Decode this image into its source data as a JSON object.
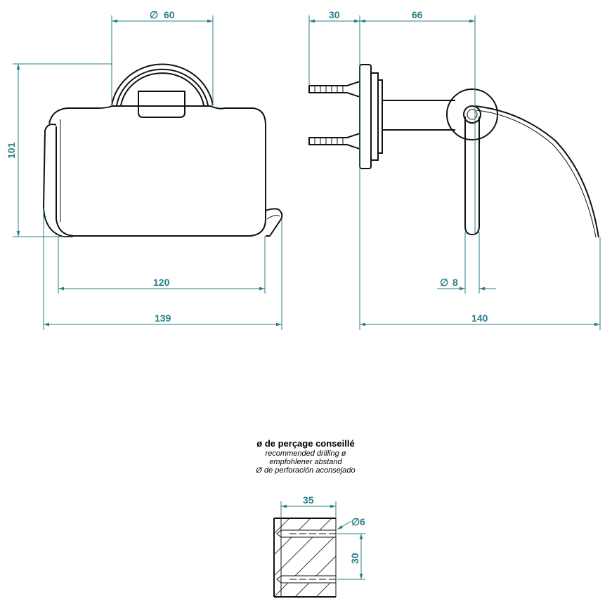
{
  "dimensions": {
    "front_ring_diameter": "60",
    "front_height": "101",
    "front_inner_width": "120",
    "front_overall_width": "139",
    "side_depth_base": "30",
    "side_depth_arm": "66",
    "side_bar_diameter": "8",
    "side_overall": "140",
    "drill_spacing_horizontal": "35",
    "drill_hole_diameter": "6",
    "drill_spacing_vertical": "30"
  },
  "symbols": {
    "diameter": "∅"
  },
  "caption": {
    "title": "ø de perçage conseillé",
    "line_en": "recommended drilling ø",
    "line_de": "empfohlener abstand",
    "line_es": "Ø de perforación aconsejado"
  },
  "colors": {
    "dimension": "#2a7f86",
    "outline": "#111111"
  }
}
